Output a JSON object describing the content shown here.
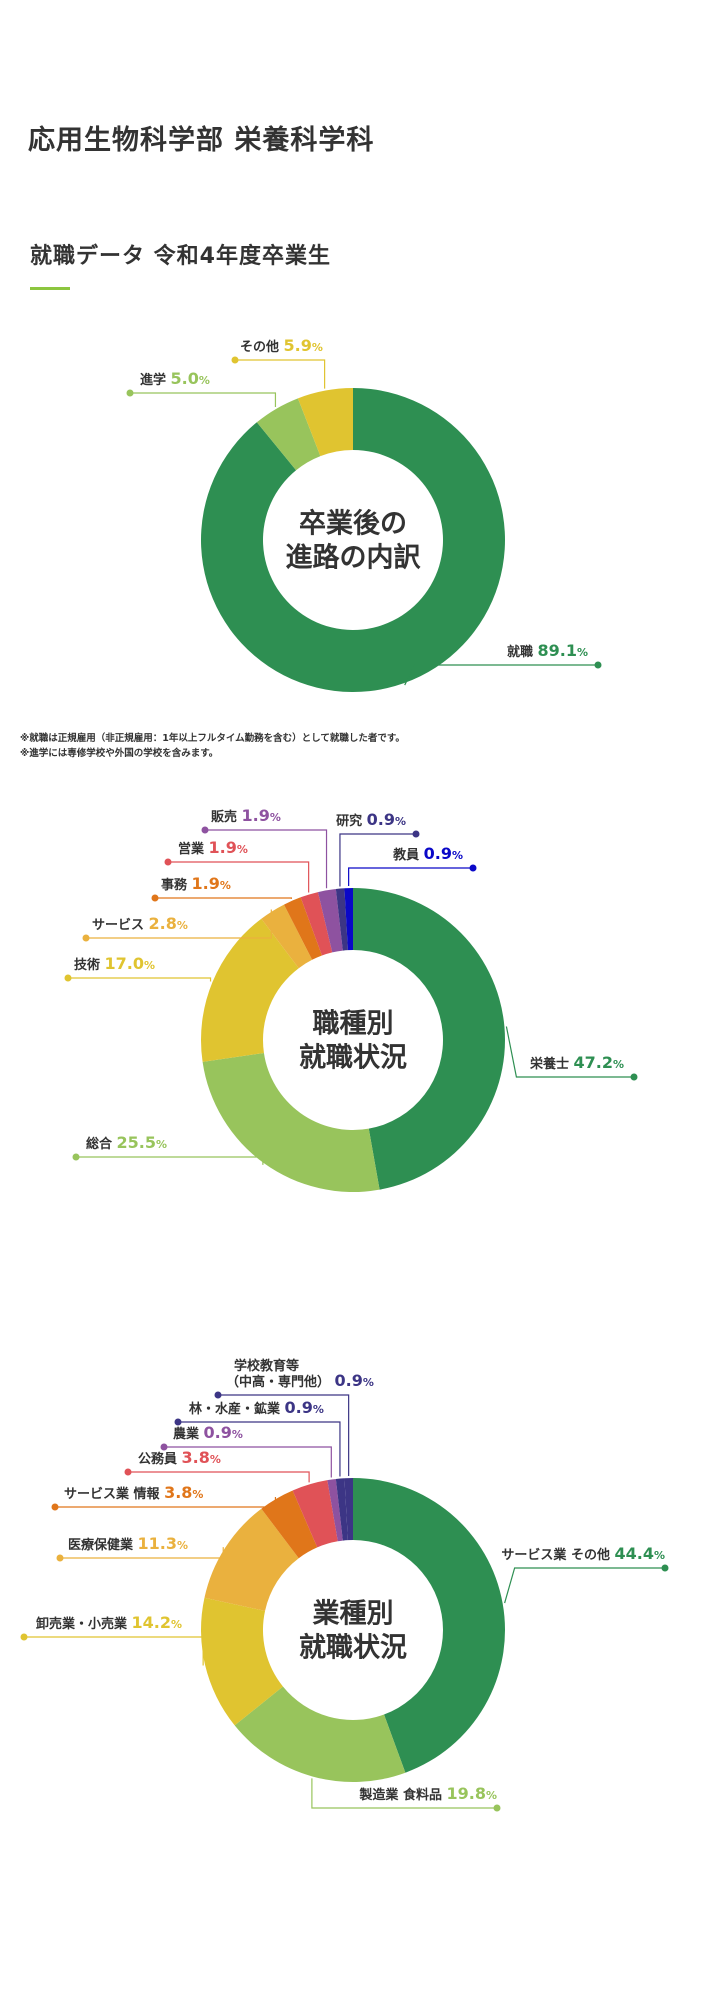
{
  "header": {
    "title": "応用生物科学部 栄養科学科"
  },
  "section": {
    "title": "就職データ 令和4年度卒業生"
  },
  "notes": [
    "※就職は正規雇用（非正規雇用：1年以上フルタイム勤務を含む）として就職した者です。",
    "※進学には専修学校や外国の学校を含みます。"
  ],
  "colors": {
    "green": "#2e8f52",
    "lightgreen": "#98c45c",
    "yellow": "#e0c430",
    "amber": "#eab13e",
    "orange": "#e0761a",
    "red": "#e05257",
    "purple": "#8e52a0",
    "indigo": "#3c3585",
    "blue": "#0a08c8"
  },
  "chart_data": [
    {
      "type": "pie",
      "center_text": [
        "卒業後の",
        "進路の内訳"
      ],
      "unit": "%",
      "slices": [
        {
          "label": "就職",
          "value": 89.1,
          "color": "#2e8f52"
        },
        {
          "label": "進学",
          "value": 5.0,
          "color": "#98c45c"
        },
        {
          "label": "その他",
          "value": 5.9,
          "color": "#e0c430"
        }
      ]
    },
    {
      "type": "pie",
      "center_text": [
        "職種別",
        "就職状況"
      ],
      "unit": "%",
      "slices": [
        {
          "label": "栄養士",
          "value": 47.2,
          "color": "#2e8f52"
        },
        {
          "label": "総合",
          "value": 25.5,
          "color": "#98c45c"
        },
        {
          "label": "技術",
          "value": 17.0,
          "color": "#e0c430"
        },
        {
          "label": "サービス",
          "value": 2.8,
          "color": "#eab13e"
        },
        {
          "label": "事務",
          "value": 1.9,
          "color": "#e0761a"
        },
        {
          "label": "営業",
          "value": 1.9,
          "color": "#e05257"
        },
        {
          "label": "販売",
          "value": 1.9,
          "color": "#8e52a0"
        },
        {
          "label": "研究",
          "value": 0.9,
          "color": "#3c3585"
        },
        {
          "label": "教員",
          "value": 0.9,
          "color": "#0a08c8"
        }
      ]
    },
    {
      "type": "pie",
      "center_text": [
        "業種別",
        "就職状況"
      ],
      "unit": "%",
      "slices": [
        {
          "label": "サービス業 その他",
          "value": 44.4,
          "color": "#2e8f52"
        },
        {
          "label": "製造業 食料品",
          "value": 19.8,
          "color": "#98c45c"
        },
        {
          "label": "卸売業・小売業",
          "value": 14.2,
          "color": "#e0c430"
        },
        {
          "label": "医療保健業",
          "value": 11.3,
          "color": "#eab13e"
        },
        {
          "label": "サービス業 情報",
          "value": 3.8,
          "color": "#e0761a"
        },
        {
          "label": "公務員",
          "value": 3.8,
          "color": "#e05257"
        },
        {
          "label": "農業",
          "value": 0.9,
          "color": "#8e52a0"
        },
        {
          "label": "林・水産・鉱業",
          "value": 0.9,
          "color": "#3c3585"
        },
        {
          "label": "学校教育等|（中高・専門他）",
          "value": 0.9,
          "color": "#3c3585"
        }
      ]
    }
  ]
}
